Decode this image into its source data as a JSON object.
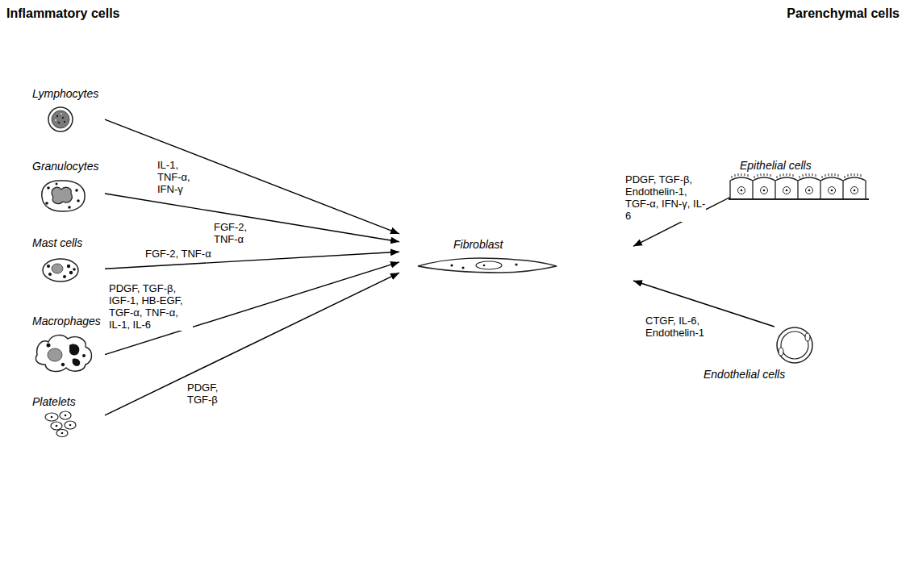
{
  "diagram": {
    "nodes": [
      {
        "text": [
          "Lymphocytes"
        ]
      },
      {
        "text": [
          "Granulocytes"
        ]
      },
      {
        "text": [
          "Mast cells"
        ]
      },
      {
        "text": [
          "Macrophages"
        ]
      },
      {
        "text": [
          "Platelets"
        ]
      },
      {
        "text": [
          "Fibroblast"
        ]
      },
      {
        "text": [
          "Epithelial cells"
        ]
      },
      {
        "text": [
          "Endothelial cells"
        ]
      }
    ],
    "edges": [
      {
        "from": 0,
        "to": 5,
        "arrow": "to",
        "label": "IL-1, TNF-α, IFN-γ"
      },
      {
        "from": 1,
        "to": 5,
        "arrow": "to",
        "label": "FGF-2, TNF-α"
      },
      {
        "from": 2,
        "to": 5,
        "arrow": "to",
        "label": "FGF-2, TNF-α"
      },
      {
        "from": 3,
        "to": 5,
        "arrow": "to",
        "label": "PDGF, TGF-β, IGF-1, HB-EGF, TGF-α, TNF-α, IL-1, IL-6"
      },
      {
        "from": 4,
        "to": 5,
        "arrow": "to",
        "label": "PDGF, TGF-β"
      },
      {
        "from": 6,
        "to": 5,
        "arrow": "to",
        "label": "PDGF, TGF-β, Endothelin-1, TGF-α, IFN-γ, IL-6"
      },
      {
        "from": 7,
        "to": 5,
        "arrow": "to",
        "label": "CTGF, IL-6, Endothelin-1"
      }
    ],
    "labels": [
      "Inflammatory cells",
      "Parenchymal cells"
    ]
  }
}
